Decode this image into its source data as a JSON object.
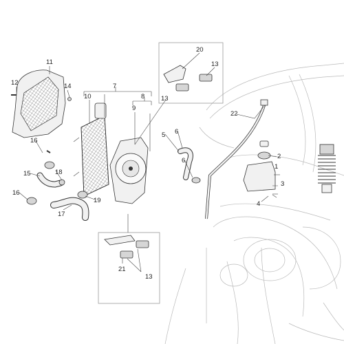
{
  "diagram": {
    "callouts": {
      "c1": "1",
      "c2": "2",
      "c3": "3",
      "c4": "4",
      "c5": "5",
      "c6a": "6",
      "c6b": "6",
      "c7": "7",
      "c8": "8",
      "c9": "9",
      "c10": "10",
      "c11": "11",
      "c12": "12",
      "c13a": "13",
      "c13b": "13",
      "c13c": "13",
      "c14": "14",
      "c15": "15",
      "c16a": "16",
      "c16b": "16",
      "c17": "17",
      "c18": "18",
      "c19": "19",
      "c20": "20",
      "c21": "21",
      "c22": "22"
    },
    "colors": {
      "line": "#333333",
      "ghost": "#b9b9b9",
      "box": "#9a9a9a",
      "text": "#222222"
    }
  }
}
